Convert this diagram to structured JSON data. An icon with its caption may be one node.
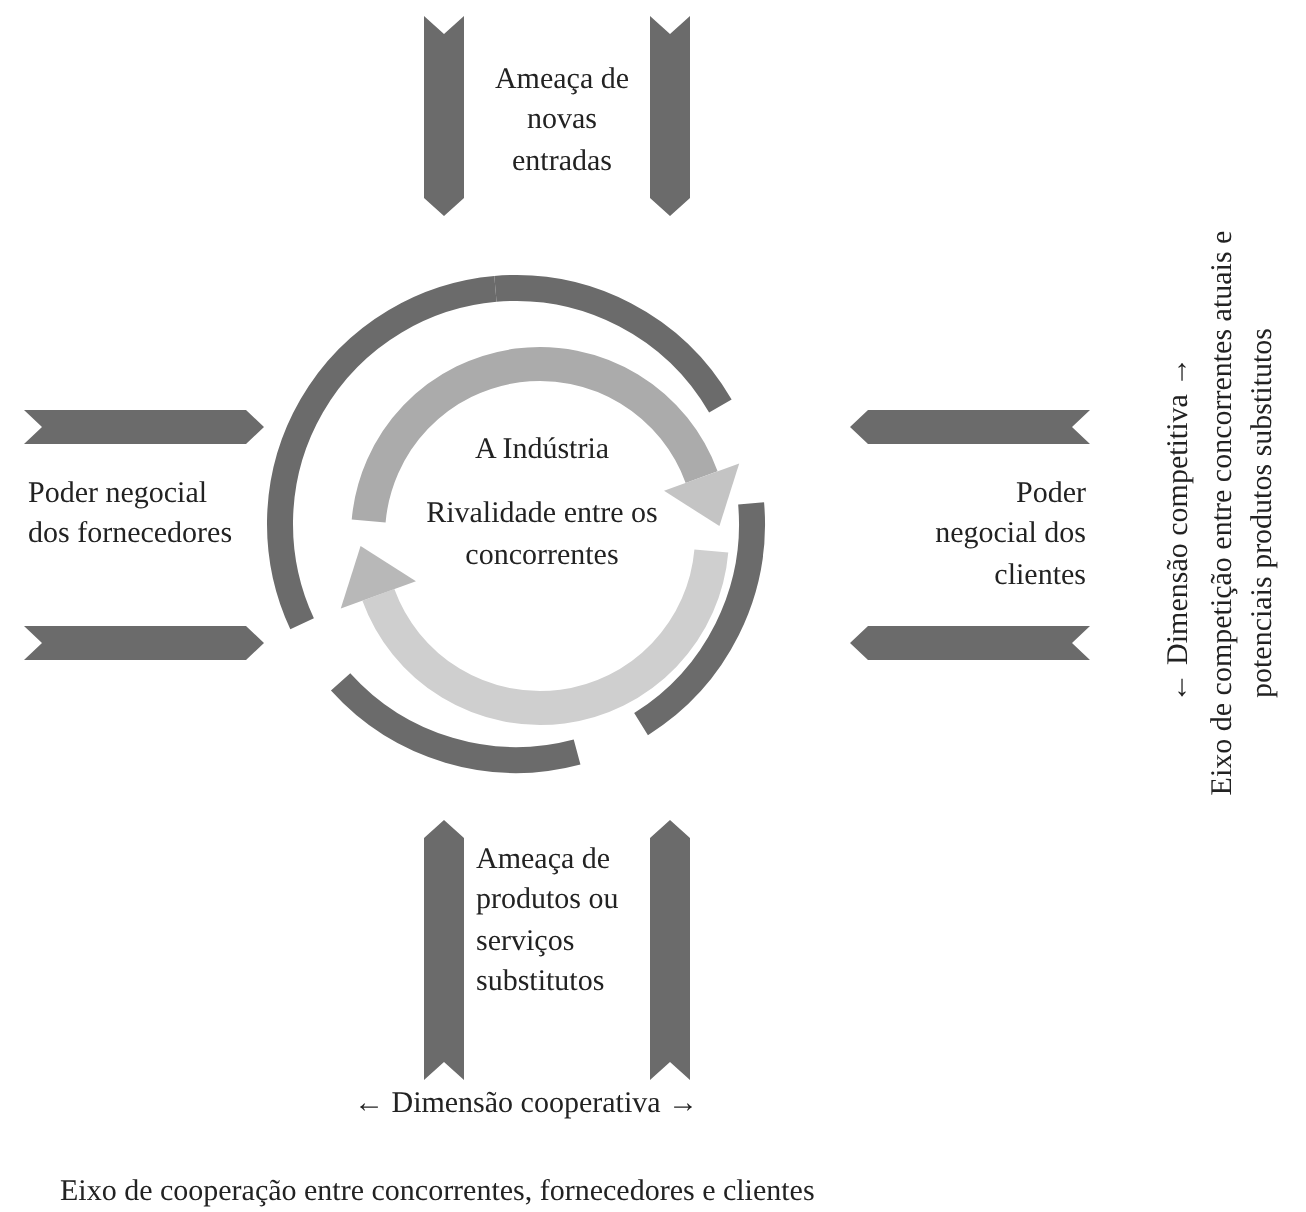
{
  "diagram": {
    "nodes": [
      {
        "text": [
          "Ameaça de novas entradas"
        ]
      },
      {
        "text": [
          "Poder negocial dos fornecedores"
        ]
      },
      {
        "text": [
          "A Indústria",
          "Rivalidade entre os concorrentes"
        ]
      },
      {
        "text": [
          "Poder negocial dos clientes"
        ]
      },
      {
        "text": [
          "Ameaça de produtos ou serviços substitutos"
        ]
      }
    ],
    "labels": [
      "← Dimensão cooperativa →",
      "Eixo de cooperação entre concorrentes, fornecedores e clientes",
      "← Dimensão competitiva →",
      "Eixo de competição entre concorrentes atuais e potenciais produtos substitutos"
    ]
  }
}
